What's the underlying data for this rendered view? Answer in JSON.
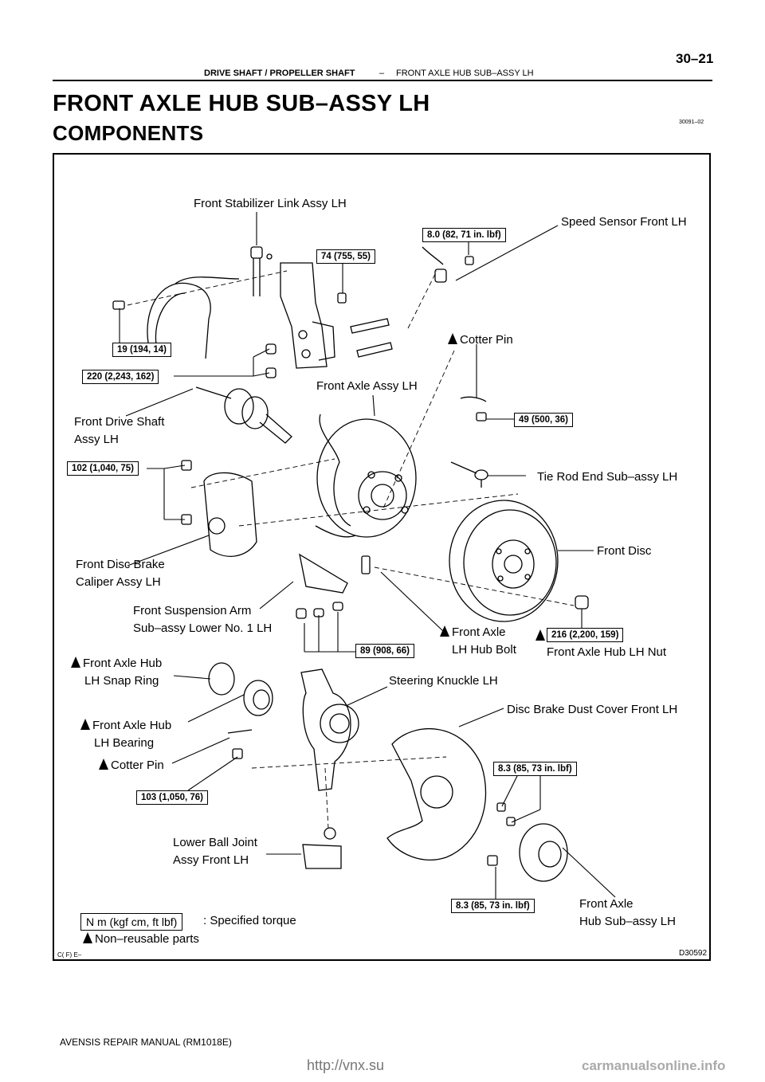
{
  "header": {
    "section": "DRIVE SHAFT / PROPELLER SHAFT",
    "separator": "–",
    "subsection": "FRONT AXLE HUB SUB–ASSY LH",
    "page_number": "30–21"
  },
  "title": "FRONT AXLE HUB SUB–ASSY LH",
  "subtitle": "COMPONENTS",
  "doc_id": "30091–02",
  "diagram": {
    "labels": {
      "stab_link": "Front Stabilizer Link Assy LH",
      "speed_sensor": "Speed Sensor Front LH",
      "cotter_pin_top": "Cotter Pin",
      "front_axle_assy": "Front Axle Assy LH",
      "drive_shaft_1": "Front Drive Shaft",
      "drive_shaft_2": "Assy LH",
      "tie_rod": "Tie Rod End Sub–assy LH",
      "front_disc": "Front Disc",
      "caliper_1": "Front Disc Brake",
      "caliper_2": "Caliper Assy LH",
      "susp_arm_1": "Front Suspension Arm",
      "susp_arm_2": "Sub–assy Lower No. 1 LH",
      "hub_bolt_1": "Front Axle",
      "hub_bolt_2": "LH Hub Bolt",
      "hub_nut": "Front Axle Hub LH Nut",
      "snap_ring_1": "Front Axle Hub",
      "snap_ring_2": "LH Snap Ring",
      "knuckle": "Steering Knuckle LH",
      "dust_cover": "Disc Brake Dust Cover Front LH",
      "bearing_1": "Front Axle Hub",
      "bearing_2": "LH Bearing",
      "cotter_pin_bottom": "Cotter Pin",
      "ball_joint_1": "Lower Ball Joint",
      "ball_joint_2": "Assy Front LH",
      "hub_sub_1": "Front Axle",
      "hub_sub_2": "Hub Sub–assy LH"
    },
    "torques": {
      "t_8_0": "8.0 (82, 71 in. lbf)",
      "t_74": "74 (755, 55)",
      "t_19": "19 (194, 14)",
      "t_220": "220 (2,243, 162)",
      "t_49": "49 (500, 36)",
      "t_102": "102 (1,040, 75)",
      "t_216": "216 (2,200, 159)",
      "t_89": "89 (908, 66)",
      "t_8_3_a": "8.3 (85, 73 in. lbf)",
      "t_103": "103 (1,050, 76)",
      "t_8_3_b": "8.3 (85, 73 in. lbf)"
    },
    "legend": {
      "torque_unit": "N m (kgf cm, ft lbf)",
      "torque_desc": ": Specified torque",
      "nonreusable": "Non–reusable parts"
    },
    "figure_code_left": "C( F) E–",
    "figure_code_right": "D30592"
  },
  "footer": {
    "manual": "AVENSIS REPAIR MANUAL   (RM1018E)"
  },
  "watermark": {
    "url": "http://vnx.su",
    "site": "carmanualsonline.info"
  }
}
